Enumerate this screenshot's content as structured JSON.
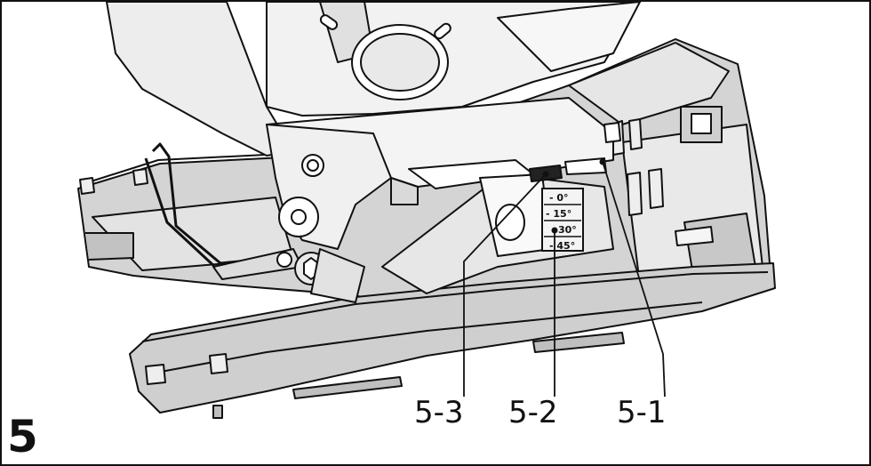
{
  "figure": {
    "number": "5"
  },
  "callouts": [
    {
      "id": "5-1",
      "label": "5-1"
    },
    {
      "id": "5-2",
      "label": "5-2"
    },
    {
      "id": "5-3",
      "label": "5-3"
    }
  ],
  "bevel_scale": {
    "marks": [
      "- 0°",
      "- 15°",
      "30°",
      "- 45°"
    ]
  },
  "colors": {
    "outline": "#111111",
    "base_shade": "#d2d2d2",
    "body_shade": "#f0f0f0",
    "dark_shade": "#9a9a9a"
  }
}
